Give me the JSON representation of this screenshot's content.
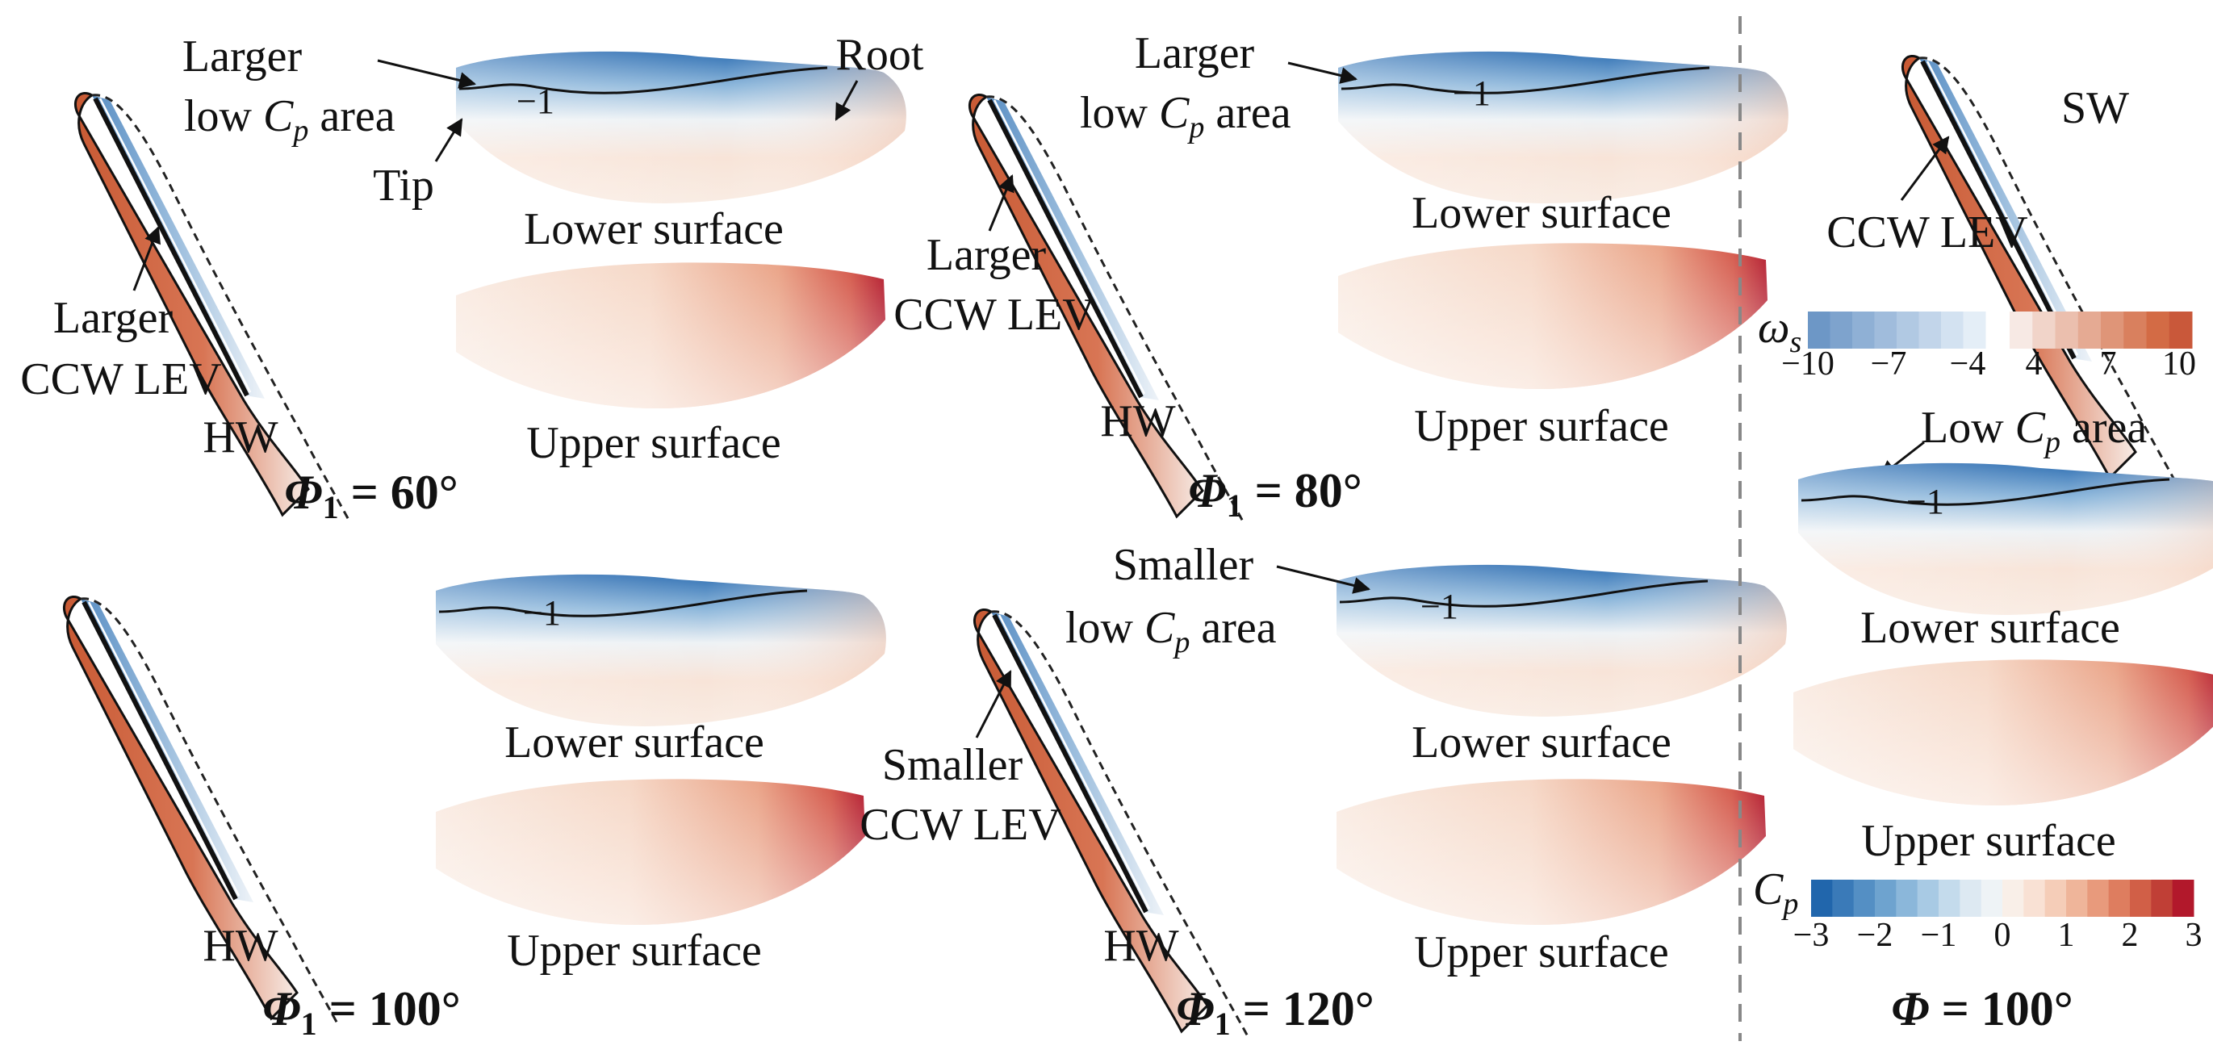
{
  "panels": [
    {
      "id": "p60",
      "title_sym": "Φ",
      "title_sub": "1",
      "title_value": " = 60°",
      "wing_label": "HW",
      "lev_lines": [
        "Larger",
        "CCW LEV"
      ],
      "lowcp_lines": [
        "Larger",
        "low ",
        " area"
      ],
      "cp_label": "C",
      "cp_sub": "p",
      "contour_label": "−1",
      "lower_label": "Lower surface",
      "upper_label": "Upper surface",
      "root_label": "Root",
      "tip_label": "Tip"
    },
    {
      "id": "p80",
      "title_sym": "Φ",
      "title_sub": "1",
      "title_value": " = 80°",
      "wing_label": "HW",
      "lev_lines": [
        "Larger",
        "CCW LEV"
      ],
      "lowcp_lines": [
        "Larger",
        "low ",
        " area"
      ],
      "cp_label": "C",
      "cp_sub": "p",
      "contour_label": "−1",
      "lower_label": "Lower surface",
      "upper_label": "Upper surface"
    },
    {
      "id": "p100",
      "title_sym": "Φ",
      "title_sub": "1",
      "title_value": " = 100°",
      "wing_label": "HW",
      "contour_label": "−1",
      "lower_label": "Lower surface",
      "upper_label": "Upper surface"
    },
    {
      "id": "p120",
      "title_sym": "Φ",
      "title_sub": "1",
      "title_value": " = 120°",
      "wing_label": "HW",
      "lev_lines": [
        "Smaller",
        "CCW LEV"
      ],
      "lowcp_lines": [
        "Smaller",
        "low ",
        " area"
      ],
      "cp_label": "C",
      "cp_sub": "p",
      "contour_label": "−1",
      "lower_label": "Lower surface",
      "upper_label": "Upper surface"
    }
  ],
  "sw_panel": {
    "wing_label": "SW",
    "lev_label": "CCW LEV",
    "lowcp_pre": "Low ",
    "cp_label": "C",
    "cp_sub": "p",
    "lowcp_post": " area",
    "contour_label": "−1",
    "lower_label": "Lower surface",
    "upper_label": "Upper surface",
    "title_sym": "Φ",
    "title_value": " = 100°"
  },
  "vorticity_colorbar": {
    "symbol": "ω",
    "sub": "s",
    "neg_ticks": [
      "−10",
      "−7",
      "−4"
    ],
    "pos_ticks": [
      "4",
      "7",
      "10"
    ],
    "neg_colors": [
      "#6d97c6",
      "#7ea3cd",
      "#8fb0d5",
      "#a0bcdc",
      "#b1c9e3",
      "#c2d5ea",
      "#d3e2f1",
      "#e4eef7"
    ],
    "pos_colors": [
      "#f7e9e4",
      "#f1d4c9",
      "#ebbfae",
      "#e5aa93",
      "#df9578",
      "#d9805e",
      "#d36b45",
      "#c9583a"
    ]
  },
  "cp_colorbar": {
    "symbol": "C",
    "sub": "p",
    "ticks": [
      "−3",
      "−2",
      "−1",
      "0",
      "1",
      "2",
      "3"
    ],
    "colors": [
      "#2166ac",
      "#3a7ab8",
      "#548fc4",
      "#6ea3cf",
      "#8bb7da",
      "#a8cae4",
      "#c4dbec",
      "#dde9f2",
      "#eef3f6",
      "#f9efe8",
      "#f9e1d4",
      "#f5cdb8",
      "#efb59a",
      "#e89a7c",
      "#de7d5f",
      "#d15f47",
      "#c03f36",
      "#b2182b"
    ]
  },
  "colors": {
    "lev_red": "#c45a36",
    "lev_blue": "#6b9ac9",
    "cp_blue": "#2f6fb3",
    "cp_peach": "#f7dccd",
    "cp_red": "#b2182b"
  }
}
